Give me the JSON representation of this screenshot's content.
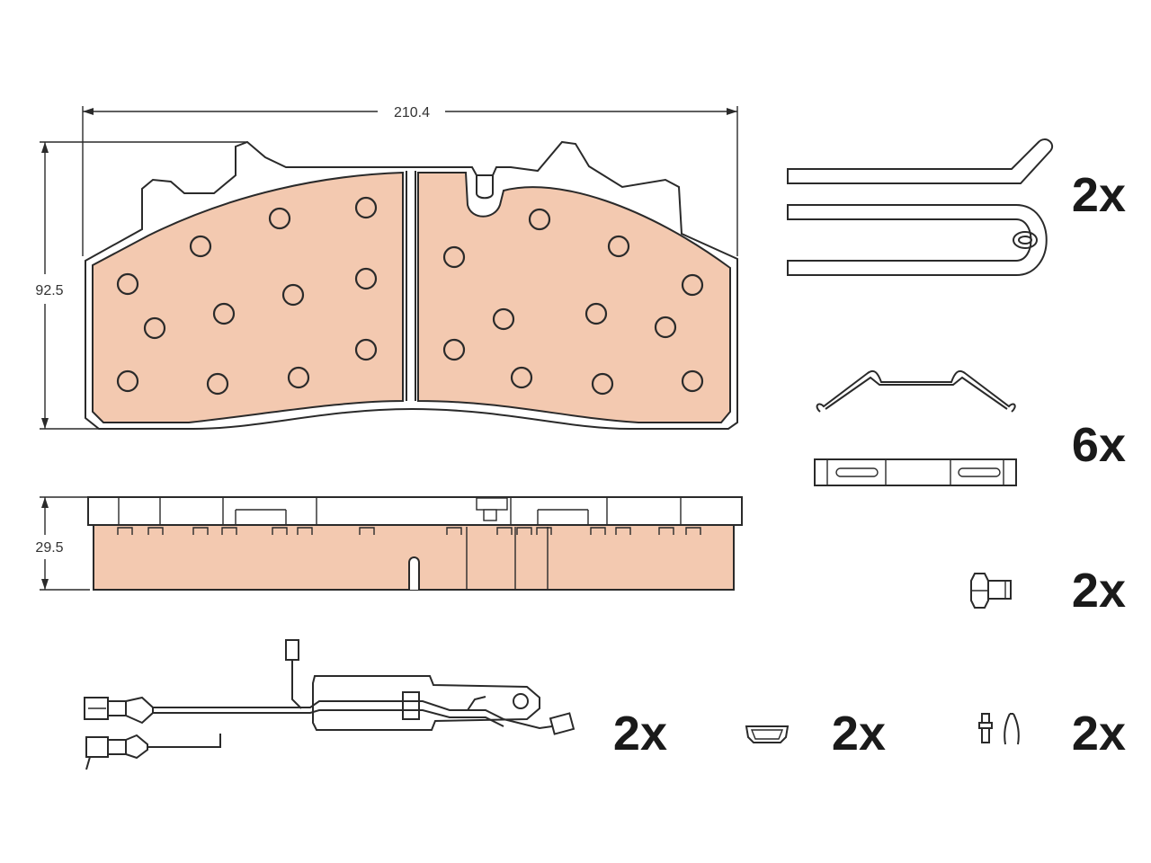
{
  "dimensions": {
    "width": "210.4",
    "height": "92.5",
    "thickness": "29.5"
  },
  "quantities": {
    "retaining_spring": "2x",
    "spreader_spring": "6x",
    "bolt": "2x",
    "wear_sensor": "2x",
    "clip": "2x",
    "pin": "2x"
  },
  "colors": {
    "friction_material": "#f3c9b0",
    "outline": "#2a2a2a"
  }
}
